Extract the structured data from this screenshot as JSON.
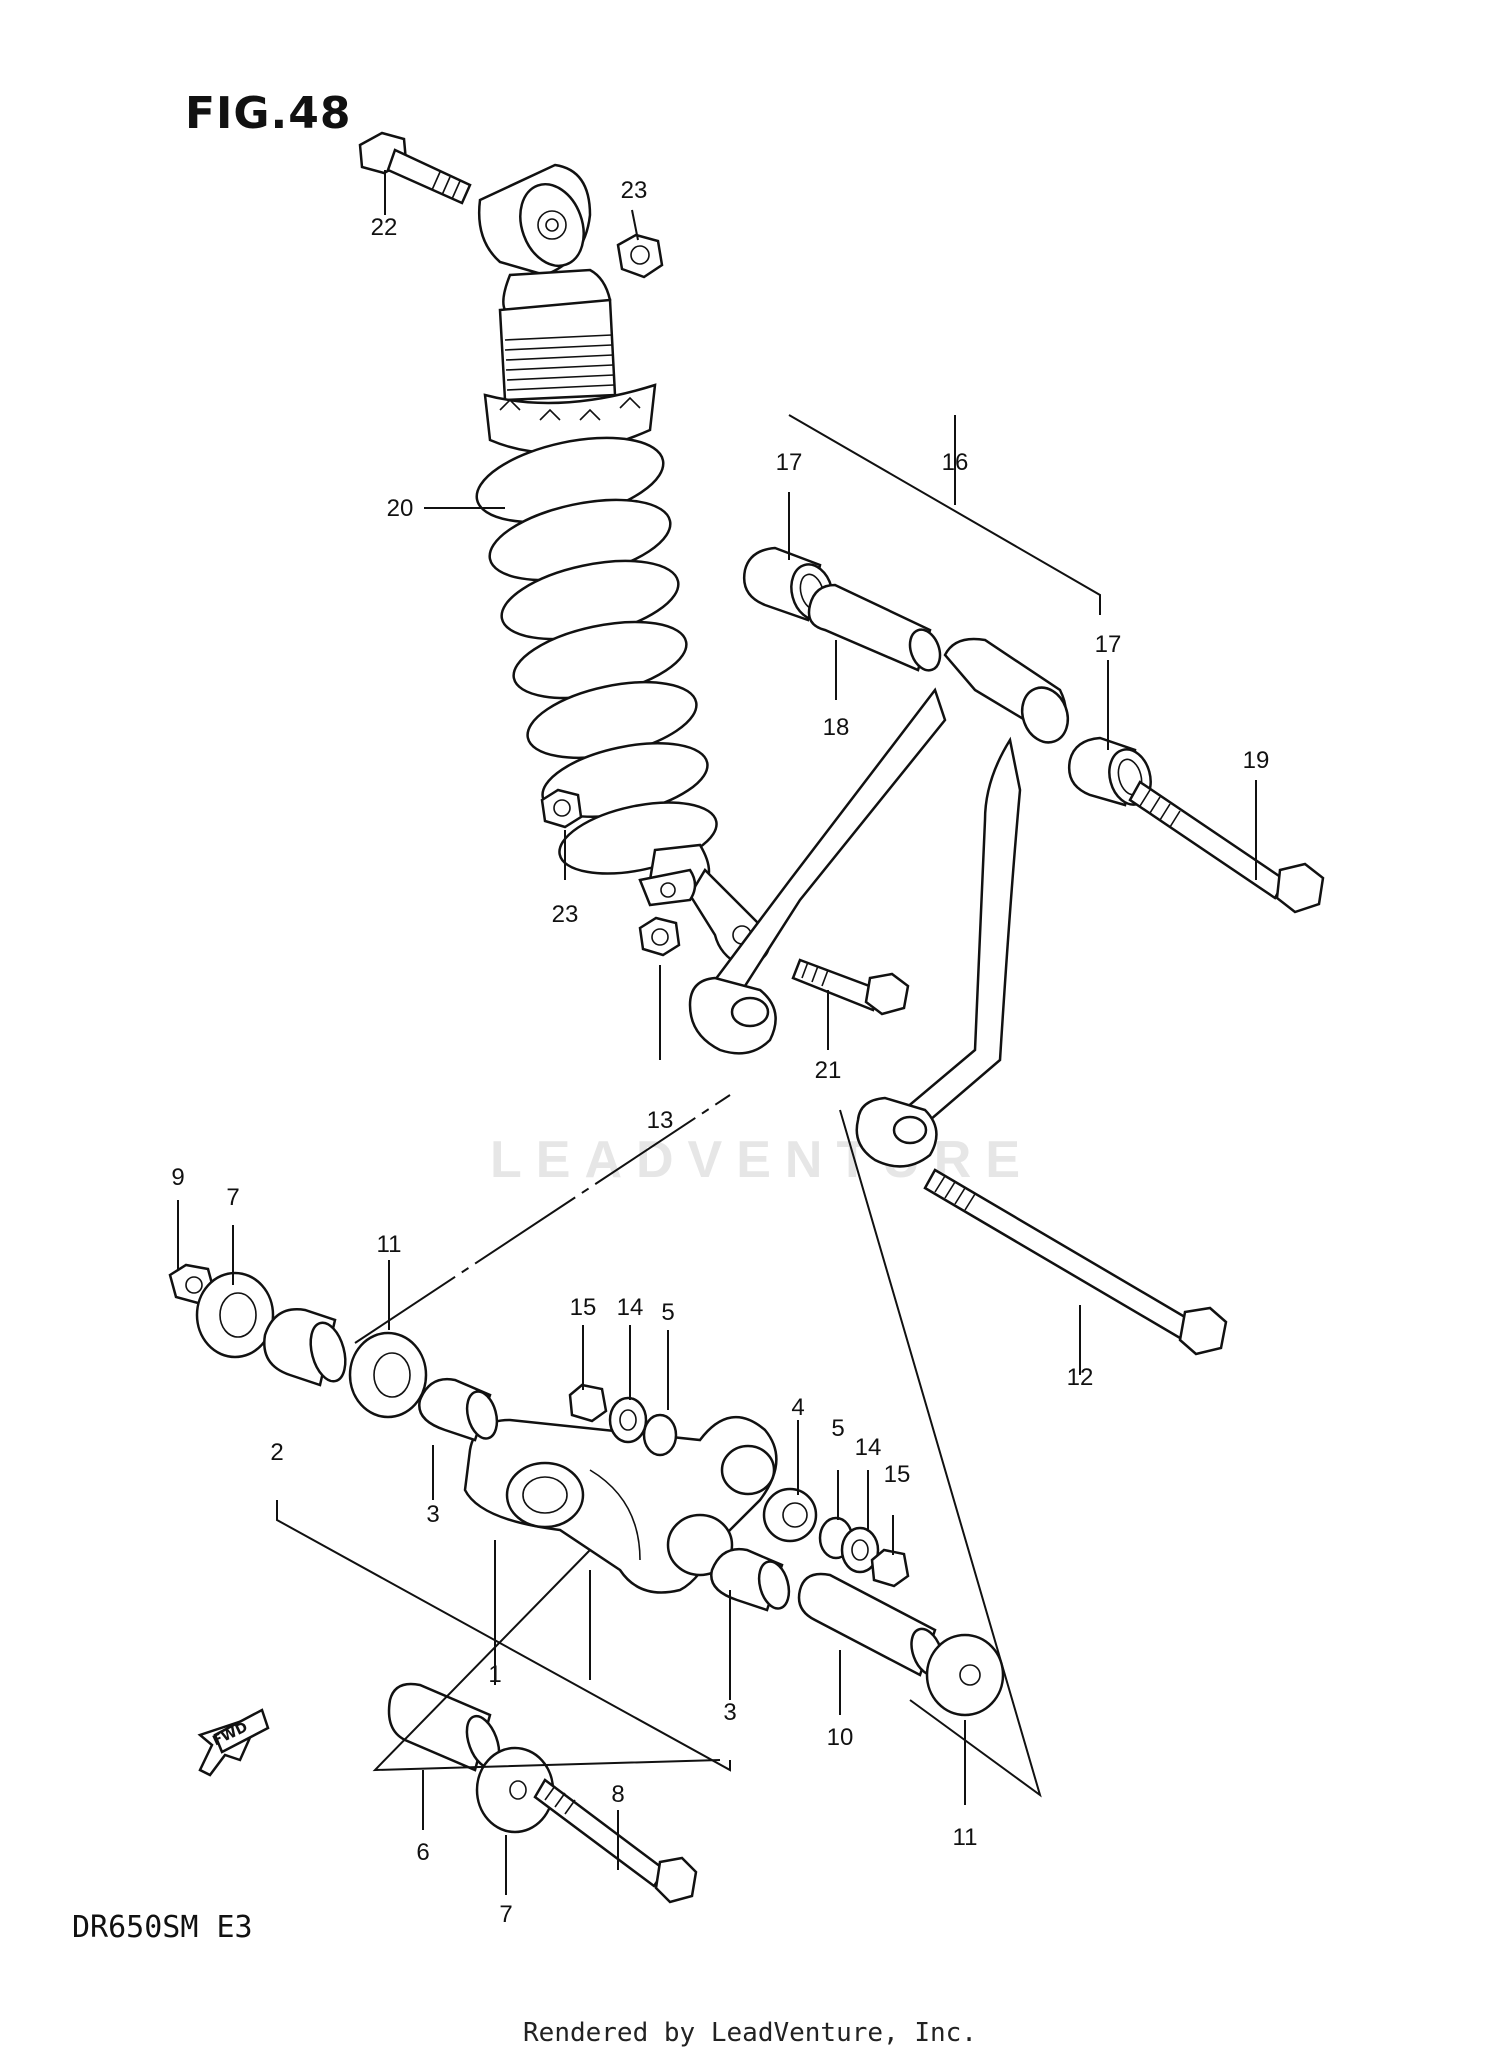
{
  "figure": {
    "title": "FIG.48",
    "model_code": "DR650SM  E3",
    "footer": "Rendered by LeadVenture, Inc.",
    "watermark": "LEADVENTURE"
  },
  "fwd_arrow": {
    "label": "FWD",
    "icon": "forward-arrow-icon"
  },
  "callouts": [
    {
      "id": "c1",
      "text": "1"
    },
    {
      "id": "c2",
      "text": "2"
    },
    {
      "id": "c3a",
      "text": "3"
    },
    {
      "id": "c3b",
      "text": "3"
    },
    {
      "id": "c4",
      "text": "4"
    },
    {
      "id": "c5a",
      "text": "5"
    },
    {
      "id": "c5b",
      "text": "5"
    },
    {
      "id": "c6",
      "text": "6"
    },
    {
      "id": "c7a",
      "text": "7"
    },
    {
      "id": "c7b",
      "text": "7"
    },
    {
      "id": "c8",
      "text": "8"
    },
    {
      "id": "c9",
      "text": "9"
    },
    {
      "id": "c10",
      "text": "10"
    },
    {
      "id": "c11a",
      "text": "11"
    },
    {
      "id": "c11b",
      "text": "11"
    },
    {
      "id": "c12",
      "text": "12"
    },
    {
      "id": "c13",
      "text": "13"
    },
    {
      "id": "c14a",
      "text": "14"
    },
    {
      "id": "c14b",
      "text": "14"
    },
    {
      "id": "c15a",
      "text": "15"
    },
    {
      "id": "c15b",
      "text": "15"
    },
    {
      "id": "c16",
      "text": "16"
    },
    {
      "id": "c17a",
      "text": "17"
    },
    {
      "id": "c17b",
      "text": "17"
    },
    {
      "id": "c18",
      "text": "18"
    },
    {
      "id": "c19",
      "text": "19"
    },
    {
      "id": "c20",
      "text": "20"
    },
    {
      "id": "c21",
      "text": "21"
    },
    {
      "id": "c22",
      "text": "22"
    },
    {
      "id": "c23a",
      "text": "23"
    },
    {
      "id": "c23b",
      "text": "23"
    }
  ]
}
